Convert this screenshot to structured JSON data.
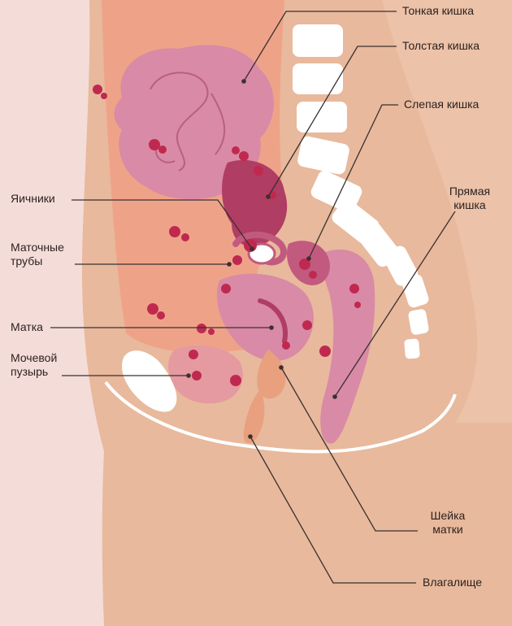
{
  "labels": {
    "small_intestine": "Тонкая кишка",
    "large_intestine": "Толстая кишка",
    "cecum": "Слепая кишка",
    "rectum_line1": "Прямая",
    "rectum_line2": "кишка",
    "ovaries": "Яичники",
    "tubes_line1": "Маточные",
    "tubes_line2": "трубы",
    "uterus": "Матка",
    "bladder_line1": "Мочевой",
    "bladder_line2": "пузырь",
    "cervix_line1": "Шейка",
    "cervix_line2": "матки",
    "vagina": "Влагалище"
  },
  "colors": {
    "background": "#f4dcd9",
    "skin": "#e8b99c",
    "abdominal_cavity": "#eea389",
    "organ_pink": "#d98aa6",
    "organ_dark": "#b03d63",
    "lesion": "#c0294f",
    "bone": "#ffffff",
    "leader_line": "#3a3030"
  }
}
